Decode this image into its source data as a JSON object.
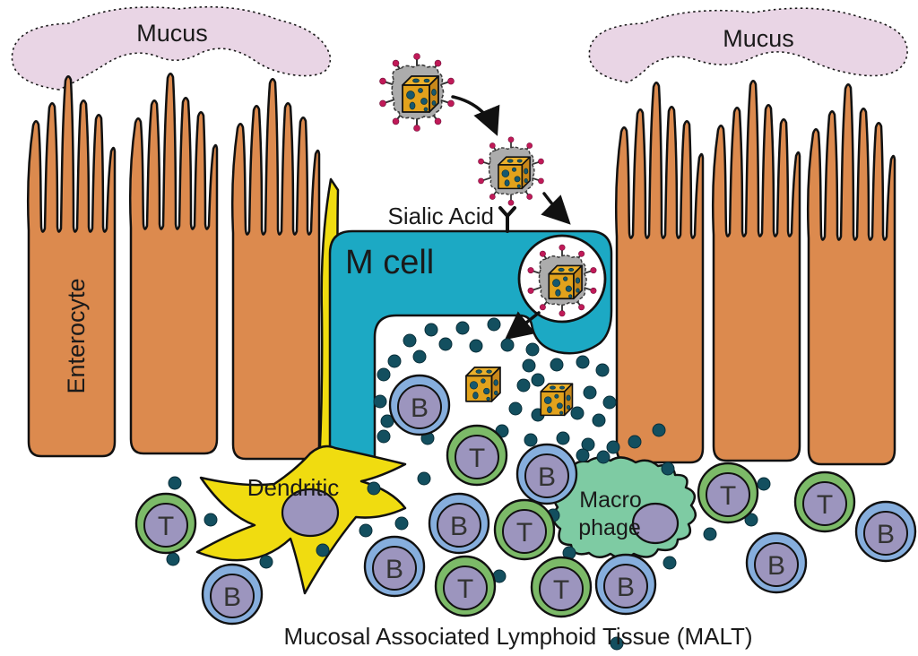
{
  "labels": {
    "mucus": "Mucus",
    "enterocyte": "Enterocyte",
    "sialic_acid": "Sialic Acid",
    "m_cell": "M cell",
    "dendritic": "Dendritic",
    "macrophage_line1": "Macro",
    "macrophage_line2": "phage",
    "t_cell": "T",
    "b_cell": "B",
    "caption": "Mucosal Associated Lymphoid Tissue (MALT)"
  },
  "colors": {
    "enterocyte": "#DC8A4E",
    "mucus": "#E9D5E5",
    "m_cell": "#1CA9C4",
    "dendritic_cell": "#F0DC10",
    "macrophage": "#7ECBA3",
    "t_cell_outer": "#7CBA68",
    "b_cell_outer": "#86AEDD",
    "nucleus": "#9C95BE",
    "virion_dot": "#134F5F",
    "virus_capsid": "#E2A21C",
    "capsid_spot": "#16586E",
    "virus_envelope": "#ACACAC",
    "spike_tip": "#C01A58",
    "outline": "#111111"
  }
}
